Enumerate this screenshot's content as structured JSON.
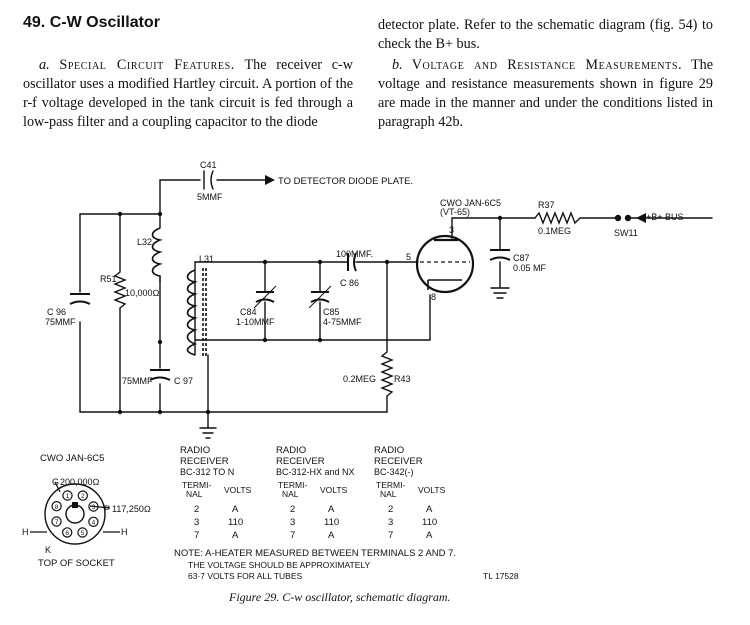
{
  "article": {
    "heading": "49. C-W Oscillator",
    "left_para": {
      "lead": "a.",
      "title": "Special Circuit Features.",
      "body": "The receiver c-w oscillator uses a modified Hartley circuit. A portion of the r-f voltage developed in the tank circuit is fed through a low-pass filter and a coupling capacitor to the diode"
    },
    "right_para_cont": "detector plate. Refer to the schematic diagram (fig. 54) to check the B+ bus.",
    "right_para": {
      "lead": "b.",
      "title": "Voltage and Resistance Measurements.",
      "body": "The voltage and resistance measurements shown in figure 29 are made in the manner and under the conditions listed in paragraph 42b."
    }
  },
  "schematic": {
    "c41": {
      "ref": "C41",
      "value": "5MMF"
    },
    "detector_note": "TO DETECTOR DIODE PLATE.",
    "tube_label": "CWO JAN-6C5",
    "tube_alt": "(VT-65)",
    "r37": {
      "ref": "R37",
      "value": "0.1MEG"
    },
    "sw": "SW11",
    "bus": "+B+ BUS",
    "c87": {
      "ref": "C87",
      "value": "0.05 MF"
    },
    "l32": "L32",
    "l31": "L31",
    "c86": {
      "ref": "C 86",
      "value": "100MMF."
    },
    "r51": {
      "ref": "R51",
      "value": "10,000Ω"
    },
    "c96": {
      "ref": "C 96",
      "value": "75MMF"
    },
    "c84": {
      "ref": "C84",
      "value": "1-10MMF"
    },
    "c85": {
      "ref": "C85",
      "value": "4-75MMF"
    },
    "c97": {
      "ref": "C 97",
      "value": "75MMF"
    },
    "r43": {
      "ref": "R43",
      "value": "0.2MEG"
    },
    "pins": {
      "plate": "3",
      "grid": "5",
      "cathode": "8"
    }
  },
  "socket": {
    "title": "CWO JAN-6C5",
    "g_label": "G",
    "g_value": "200,000Ω",
    "p_label": "P",
    "p_value": "117,250Ω",
    "h_left": "H",
    "h_right": "H",
    "k_label": "K",
    "pin_numbers": [
      "1",
      "2",
      "3",
      "4",
      "5",
      "6",
      "7",
      "8"
    ],
    "caption": "TOP OF SOCKET"
  },
  "tables": [
    {
      "line1": "RADIO",
      "line2": "RECEIVER",
      "line3": "BC-312 TO N",
      "h_term_1": "TERMI-",
      "h_term_2": "NAL",
      "h_volts": "VOLTS",
      "rows": [
        {
          "t": "2",
          "v": "A"
        },
        {
          "t": "3",
          "v": "110"
        },
        {
          "t": "7",
          "v": "A"
        }
      ]
    },
    {
      "line1": "RADIO",
      "line2": "RECEIVER",
      "line3": "BC-312-HX and NX",
      "h_term_1": "TERMI-",
      "h_term_2": "NAL",
      "h_volts": "VOLTS",
      "rows": [
        {
          "t": "2",
          "v": "A"
        },
        {
          "t": "3",
          "v": "110"
        },
        {
          "t": "7",
          "v": "A"
        }
      ]
    },
    {
      "line1": "RADIO",
      "line2": "RECEIVER",
      "line3": "BC-342(-)",
      "h_term_1": "TERMI-",
      "h_term_2": "NAL",
      "h_volts": "VOLTS",
      "rows": [
        {
          "t": "2",
          "v": "A"
        },
        {
          "t": "3",
          "v": "110"
        },
        {
          "t": "7",
          "v": "A"
        }
      ]
    }
  ],
  "note": {
    "line1": "NOTE: A-HEATER MEASURED BETWEEN TERMINALS 2 AND 7.",
    "line2": "THE VOLTAGE SHOULD BE APPROXIMATELY",
    "line3": "63·7 VOLTS FOR ALL TUBES"
  },
  "fig_id": "TL 17528",
  "caption": "Figure 29.  C-w oscillator, schematic diagram."
}
